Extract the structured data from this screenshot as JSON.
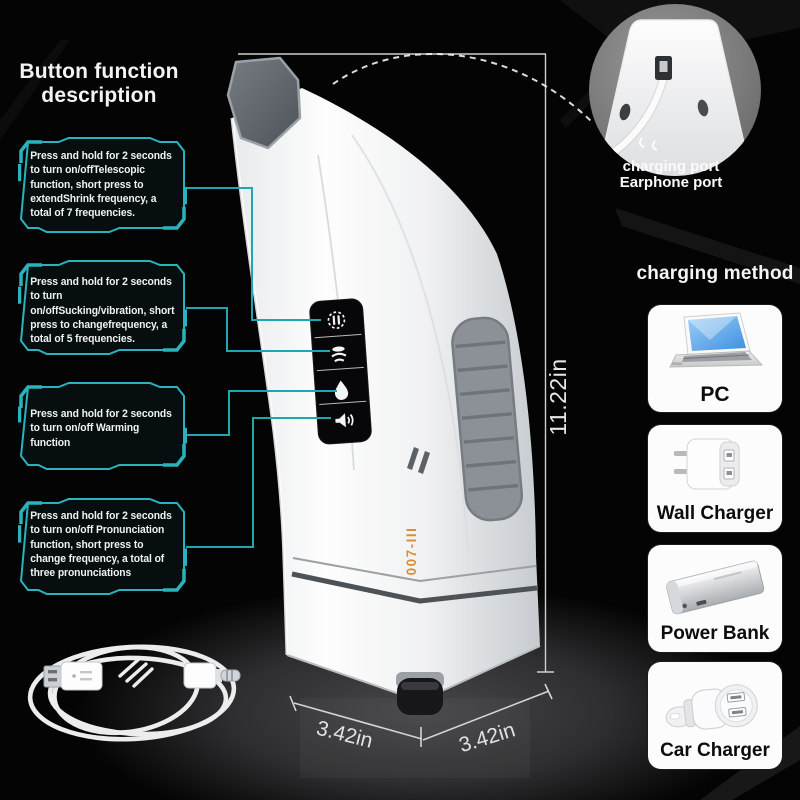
{
  "title": {
    "line1": "Button function",
    "line2": "description"
  },
  "callouts": [
    {
      "id": "telescopic",
      "text": "Press and hold for 2 seconds to turn on/offTelescopic function, short press to extendShrink frequency, a total of 7 frequencies."
    },
    {
      "id": "suction-vibration",
      "text": "Press and hold for 2 seconds to turn on/offSucking/vibration, short press to changefrequency, a total of 5 frequencies."
    },
    {
      "id": "warming",
      "text": "Press and hold for 2 seconds to turn on/off Warming function"
    },
    {
      "id": "pronunciation",
      "text": "Press and hold for 2 seconds to turn on/off Pronunciation function, short press to change frequency, a total of three pronunciations"
    }
  ],
  "device": {
    "model_number": "007-III",
    "button_icons": [
      "telescopic-power-icon",
      "vibration-wave-icon",
      "warming-drop-icon",
      "voice-speaker-icon"
    ]
  },
  "ports_inset": {
    "line1": "charging port",
    "line2": "Earphone port"
  },
  "dimensions": {
    "height_label": "11.22in",
    "bottom_left_label": "3.42in",
    "bottom_right_label": "3.42in"
  },
  "charging": {
    "title": "charging method",
    "methods": [
      {
        "label": "PC",
        "icon": "laptop-icon"
      },
      {
        "label": "Wall Charger",
        "icon": "wall-charger-icon"
      },
      {
        "label": "Power Bank",
        "icon": "power-bank-icon"
      },
      {
        "label": "Car Charger",
        "icon": "car-charger-icon"
      }
    ]
  },
  "colors": {
    "accent_cyan": "#2bb3bd",
    "model_orange": "#dd8b36",
    "screen_blue": "#58a7ee",
    "device_white": "#f4f5f6",
    "background": "#040404"
  }
}
